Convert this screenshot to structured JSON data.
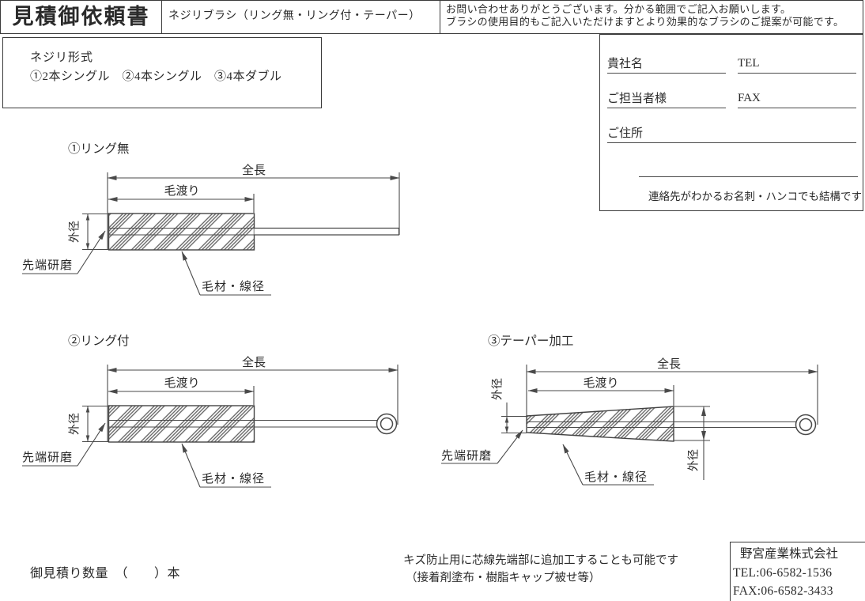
{
  "header": {
    "title": "見積御依頼書",
    "subtitle": "ネジリブラシ（リング無・リング付・テーパー）",
    "greeting_line1": "お問い合わせありがとうございます。分かる範囲でご記入お願いします。",
    "greeting_line2": "ブラシの使用目的もご記入いただけますとより効果的なブラシのご提案が可能です。"
  },
  "twist_type": {
    "label": "ネジリ形式",
    "options": "①2本シングル　②4本シングル　③4本ダブル"
  },
  "contact_form": {
    "company_label": "貴社名",
    "tel_label": "TEL",
    "person_label": "ご担当者様",
    "fax_label": "FAX",
    "address_label": "ご住所",
    "note": "連絡先がわかるお名刺・ハンコでも結構です"
  },
  "diagrams": {
    "d1": {
      "title": "①リング無",
      "overall_length": "全長",
      "bristle_span": "毛渡り",
      "outer_dia": "外径",
      "tip_polish": "先端研磨",
      "bristle_material": "毛材・線径"
    },
    "d2": {
      "title": "②リング付",
      "overall_length": "全長",
      "bristle_span": "毛渡り",
      "outer_dia": "外径",
      "tip_polish": "先端研磨",
      "bristle_material": "毛材・線径"
    },
    "d3": {
      "title": "③テーパー加工",
      "overall_length": "全長",
      "bristle_span": "毛渡り",
      "outer_dia_left": "外径",
      "outer_dia_right": "外径",
      "tip_polish": "先端研磨",
      "bristle_material": "毛材・線径"
    }
  },
  "footer": {
    "quantity_label": "御見積り数量　（　　）本",
    "note_line1": "キズ防止用に芯線先端部に追加工することも可能です",
    "note_line2": "（接着剤塗布・樹脂キャップ被せ等）",
    "company_name": "野宮産業株式会社",
    "company_tel": "TEL:06-6582-1536",
    "company_fax": "FAX:06-6582-3433"
  },
  "colors": {
    "ink": "#2a2a2a",
    "line": "#4a4a4a"
  }
}
